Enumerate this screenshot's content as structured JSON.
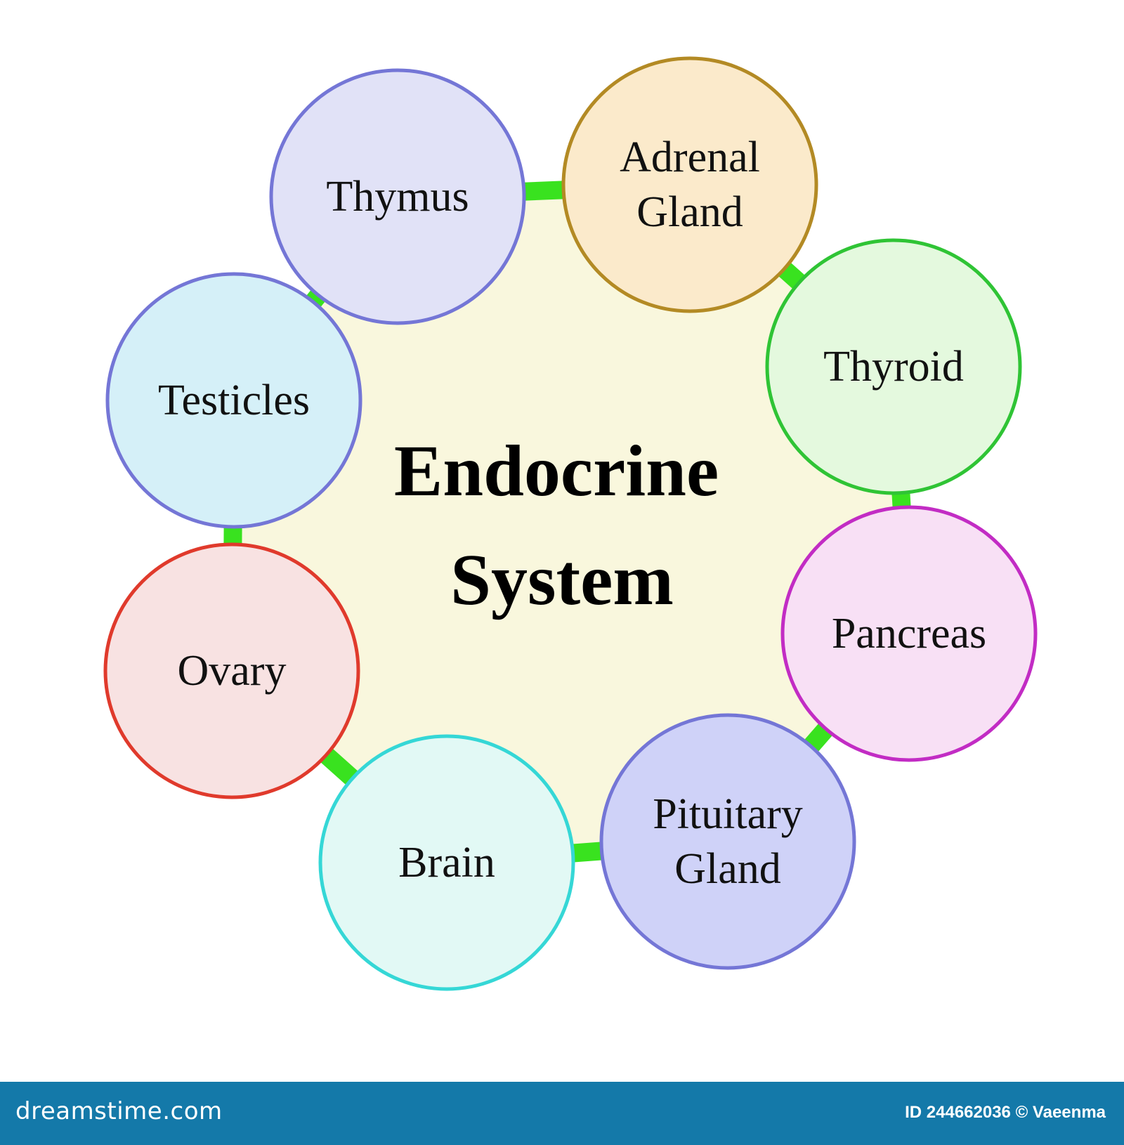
{
  "center": {
    "lines": [
      "Endocrine",
      "System"
    ]
  },
  "nodes": [
    {
      "id": "thymus",
      "lines": [
        "Thymus"
      ],
      "fill": "#e1e2f7",
      "stroke": "#7476d6"
    },
    {
      "id": "adrenal-gland",
      "lines": [
        "Adrenal",
        "Gland"
      ],
      "fill": "#fbeacb",
      "stroke": "#b38a24"
    },
    {
      "id": "thyroid",
      "lines": [
        "Thyroid"
      ],
      "fill": "#e4f9de",
      "stroke": "#2fc435"
    },
    {
      "id": "pancreas",
      "lines": [
        "Pancreas"
      ],
      "fill": "#f8e0f5",
      "stroke": "#c22cc4"
    },
    {
      "id": "pituitary-gland",
      "lines": [
        "Pituitary",
        "Gland"
      ],
      "fill": "#cfd2f8",
      "stroke": "#7476d6"
    },
    {
      "id": "brain",
      "lines": [
        "Brain"
      ],
      "fill": "#e2f9f5",
      "stroke": "#35d7d6"
    },
    {
      "id": "ovary",
      "lines": [
        "Ovary"
      ],
      "fill": "#f8e2e2",
      "stroke": "#e03a2c"
    },
    {
      "id": "testicles",
      "lines": [
        "Testicles"
      ],
      "fill": "#d5f0f8",
      "stroke": "#7476d6"
    }
  ],
  "colors": {
    "center_fill": "#f9f7dd",
    "connector": "#39e21f",
    "footer_bg": "#1479a9"
  },
  "footer": {
    "brand": "dreamstime.com",
    "credit": "ID 244662036 © Vaeenma"
  }
}
